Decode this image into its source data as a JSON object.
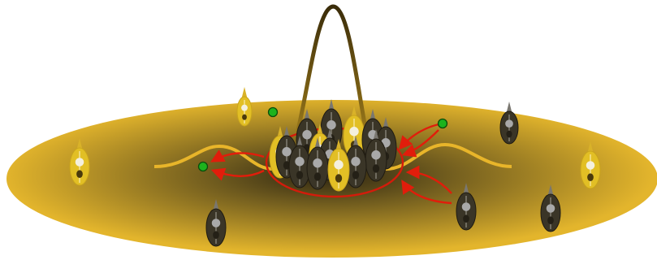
{
  "diagram": {
    "colors": {
      "disc_light": "#e3b52c",
      "disc_dark": "#2e2612",
      "peak": "#5a4512",
      "wave": "#e8b52a",
      "arrow": "#e11d0b",
      "ring": "#d41b0b",
      "dot_fill": "#1db31d",
      "dot_stroke": "#0b4d0b",
      "light_body": "#e2bf25",
      "dark_body": "#3a3527",
      "spike_light": "#d9b229",
      "spike_dark": "#7a7770",
      "nucleus_light": "#f4f0de",
      "nucleus_dark": "#a9a9a9"
    },
    "wells": [
      "central-well"
    ],
    "markers": [
      "green-dot",
      "green-dot",
      "green-dot"
    ],
    "arrows": [
      "arrow",
      "arrow",
      "arrow",
      "arrow"
    ],
    "cells": [
      "light-cell",
      "dark-cell"
    ]
  }
}
